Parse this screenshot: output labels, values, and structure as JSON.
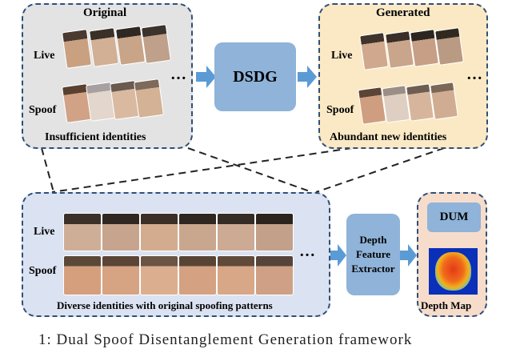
{
  "original": {
    "title": "Original",
    "live_label": "Live",
    "spoof_label": "Spoof",
    "caption": "Insufficient identities",
    "more": "…"
  },
  "dsdg": {
    "label": "DSDG"
  },
  "generated": {
    "title": "Generated",
    "live_label": "Live",
    "spoof_label": "Spoof",
    "caption": "Abundant new identities",
    "more": "…"
  },
  "diverse": {
    "live_label": "Live",
    "spoof_label": "Spoof",
    "caption": "Diverse identities with original spoofing patterns",
    "more": "…"
  },
  "extractor": {
    "line1": "Depth",
    "line2": "Feature",
    "line3": "Extractor"
  },
  "dum": {
    "label": "DUM"
  },
  "depth_map": {
    "caption": "Depth Map"
  },
  "figure_caption": "1:  Dual  Spoof  Disentanglement  Generation  framework",
  "colors": {
    "panel_gray": "#e3e3e3",
    "panel_yellow": "#fbe9c5",
    "panel_blue": "#dbe3f2",
    "panel_pink": "#f6dccb",
    "box_blue": "#8fb3d9",
    "arrow_blue": "#5b9bd5",
    "dashed_border": "#2f4f7a"
  }
}
